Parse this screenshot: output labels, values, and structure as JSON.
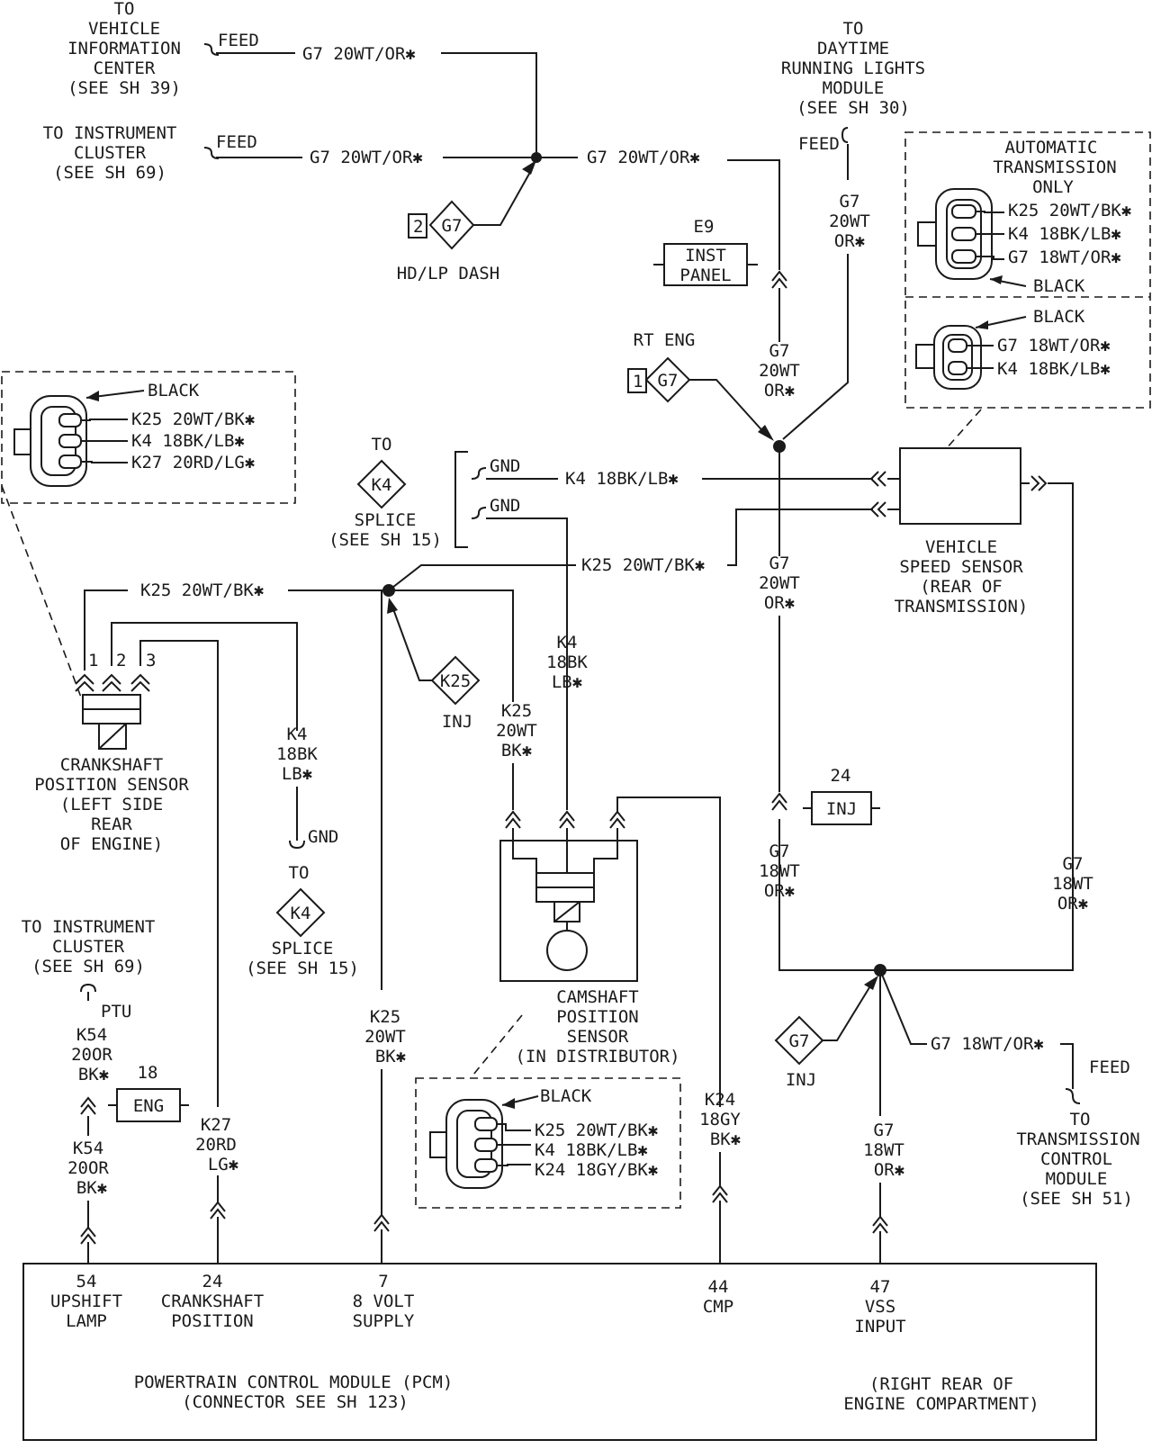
{
  "top": {
    "vic": {
      "l1": "TO",
      "l2": "VEHICLE",
      "l3": "INFORMATION",
      "l4": "CENTER",
      "l5": "(SEE SH 39)"
    },
    "vic_feed": "FEED",
    "vic_wire": "G7 20WT/OR✱",
    "ic": {
      "l1": "TO INSTRUMENT",
      "l2": "CLUSTER",
      "l3": "(SEE SH 69)"
    },
    "ic_feed": "FEED",
    "ic_wire": "G7 20WT/OR✱",
    "main_wire": "G7 20WT/OR✱",
    "hd_num": "2",
    "hd_code": "G7",
    "hd_label": "HD/LP DASH",
    "drl": {
      "l1": "TO",
      "l2": "DAYTIME",
      "l3": "RUNNING LIGHTS",
      "l4": "MODULE",
      "l5": "(SEE SH 30)"
    },
    "drl_feed": "FEED",
    "drl_wire": {
      "l1": "G7",
      "l2": "20WT",
      "l3": "OR✱"
    },
    "e9_label": "E9",
    "e9_l1": "INST",
    "e9_l2": "PANEL",
    "rt_label": "RT ENG",
    "rt_num": "1",
    "rt_code": "G7",
    "mid_wire": {
      "l1": "G7",
      "l2": "20WT",
      "l3": "OR✱"
    }
  },
  "auto_trans": {
    "title": {
      "l1": "AUTOMATIC",
      "l2": "TRANSMISSION",
      "l3": "ONLY"
    },
    "c1_pins": [
      "K25 20WT/BK✱",
      "K4 18BK/LB✱",
      "G7 18WT/OR✱"
    ],
    "c1_color": "BLACK",
    "c2_color": "BLACK",
    "c2_pins": [
      "G7 18WT/OR✱",
      "K4 18BK/LB✱"
    ]
  },
  "left_conn": {
    "color": "BLACK",
    "pins": [
      "K25 20WT/BK✱",
      "K4 18BK/LB✱",
      "K27 20RD/LG✱"
    ]
  },
  "middle": {
    "k4_to": "TO",
    "k4_code": "K4",
    "k4_splice": "SPLICE",
    "k4_see": "(SEE SH 15)",
    "gnd1": "GND",
    "gnd2": "GND",
    "k4_wire": "K4 18BK/LB✱",
    "k25_wire_right": "K25 20WT/BK✱",
    "k25_wire_left": "K25 20WT/BK✱",
    "k25_inj_code": "K25",
    "k25_inj_label": "INJ",
    "k25_down": {
      "l1": "K25",
      "l2": "20WT",
      "l3": "BK✱"
    },
    "k4_down": {
      "l1": "K4",
      "l2": "18BK",
      "l3": "LB✱"
    },
    "k4_left": {
      "l1": "K4",
      "l2": "18BK",
      "l3": "LB✱"
    },
    "gnd3": "GND",
    "k4b_to": "TO",
    "k4b_code": "K4",
    "k4b_splice": "SPLICE",
    "k4b_see": "(SEE SH 15)",
    "g7_mid": {
      "l1": "G7",
      "l2": "20WT",
      "l3": "OR✱"
    }
  },
  "vss": {
    "l1": "VEHICLE",
    "l2": "SPEED SENSOR",
    "l3": "(REAR OF",
    "l4": "TRANSMISSION)"
  },
  "crank": {
    "pins": [
      "1",
      "2",
      "3"
    ],
    "l1": "CRANKSHAFT",
    "l2": "POSITION SENSOR",
    "l3": "(LEFT SIDE",
    "l4": "REAR",
    "l5": "OF ENGINE)"
  },
  "inj24": {
    "num": "24",
    "label": "INJ"
  },
  "g7_18a": {
    "l1": "G7",
    "l2": "18WT",
    "l3": "OR✱"
  },
  "g7_18b": {
    "l1": "G7",
    "l2": "18WT",
    "l3": "OR✱"
  },
  "cam": {
    "l1": "CAMSHAFT",
    "l2": "POSITION",
    "l3": "SENSOR",
    "l4": "(IN DISTRIBUTOR)",
    "conn_color": "BLACK",
    "pins": [
      "K25 20WT/BK✱",
      "K4 18BK/LB✱",
      "K24 18GY/BK✱"
    ]
  },
  "lower": {
    "ic": {
      "l1": "TO INSTRUMENT",
      "l2": "CLUSTER",
      "l3": "(SEE SH 69)"
    },
    "ptu": "PTU",
    "k54_up": {
      "l1": "K54",
      "l2": "20OR",
      "l3": "BK✱"
    },
    "eng_num": "18",
    "eng_label": "ENG",
    "k54_dn": {
      "l1": "K54",
      "l2": "20OR",
      "l3": "BK✱"
    },
    "k27": {
      "l1": "K27",
      "l2": "20RD",
      "l3": "LG✱"
    },
    "k25": {
      "l1": "K25",
      "l2": "20WT",
      "l3": "BK✱"
    },
    "k24": {
      "l1": "K24",
      "l2": "18GY",
      "l3": "BK✱"
    },
    "g7_inj_code": "G7",
    "g7_inj_label": "INJ",
    "g7_feed_wire": "G7 18WT/OR✱",
    "feed": "FEED",
    "tcm": {
      "l1": "TO",
      "l2": "TRANSMISSION",
      "l3": "CONTROL",
      "l4": "MODULE",
      "l5": "(SEE SH 51)"
    },
    "g7_vss": {
      "l1": "G7",
      "l2": "18WT",
      "l3": "OR✱"
    }
  },
  "pcm": {
    "pins": [
      {
        "num": "54",
        "l1": "UPSHIFT",
        "l2": "LAMP"
      },
      {
        "num": "24",
        "l1": "CRANKSHAFT",
        "l2": "POSITION"
      },
      {
        "num": "7",
        "l1": "8 VOLT",
        "l2": "SUPPLY"
      },
      {
        "num": "44",
        "l1": "CMP",
        "l2": ""
      },
      {
        "num": "47",
        "l1": "VSS",
        "l2": "INPUT"
      }
    ],
    "title": "POWERTRAIN CONTROL MODULE (PCM)",
    "subtitle": "(CONNECTOR SEE SH 123)",
    "loc1": "(RIGHT REAR OF",
    "loc2": "ENGINE COMPARTMENT)"
  }
}
